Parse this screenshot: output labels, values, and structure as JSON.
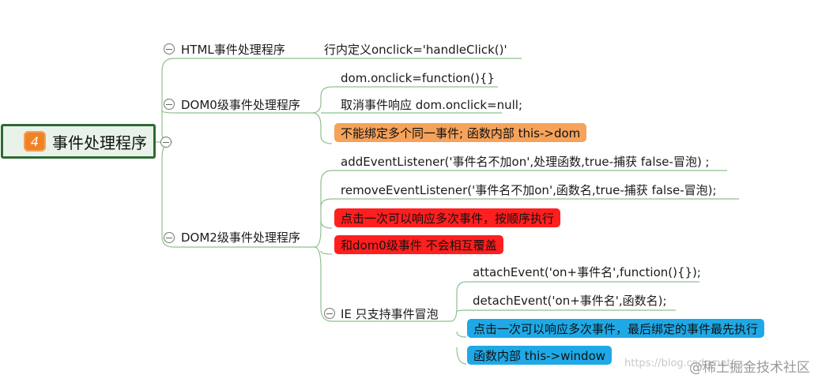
{
  "root": {
    "badge": "4",
    "label": "事件处理程序"
  },
  "branches": {
    "html": {
      "label": "HTML事件处理程序",
      "child": "行内定义onclick='handleClick()'"
    },
    "dom0": {
      "label": "DOM0级事件处理程序",
      "children": [
        "dom.onclick=function(){}",
        "取消事件响应 dom.onclick=null;",
        "不能绑定多个同一事件;  函数内部 this->dom"
      ]
    },
    "dom2": {
      "label": "DOM2级事件处理程序",
      "children": [
        "addEventListener('事件名不加on',处理函数,true-捕获 false-冒泡) ;",
        " removeEventListener('事件名不加on',函数名,true-捕获 false-冒泡);",
        "点击一次可以响应多次事件，按顺序执行",
        "和dom0级事件 不会相互覆盖"
      ]
    },
    "ie": {
      "label": "IE 只支持事件冒泡",
      "children": [
        "attachEvent('on+事件名',function(){});",
        "detachEvent('on+事件名',函数名);",
        "点击一次可以响应多次事件，最后绑定的事件最先执行",
        "函数内部 this->window"
      ]
    }
  },
  "watermark": {
    "url": "https://blog.csdn.net/...",
    "brand": "@稀土掘金技术社区"
  },
  "colors": {
    "line": "#8fc08f",
    "orange": "#f6a25a",
    "red": "#ff1f1f",
    "blue": "#1ea9e6",
    "root_border": "#2f6a34"
  }
}
